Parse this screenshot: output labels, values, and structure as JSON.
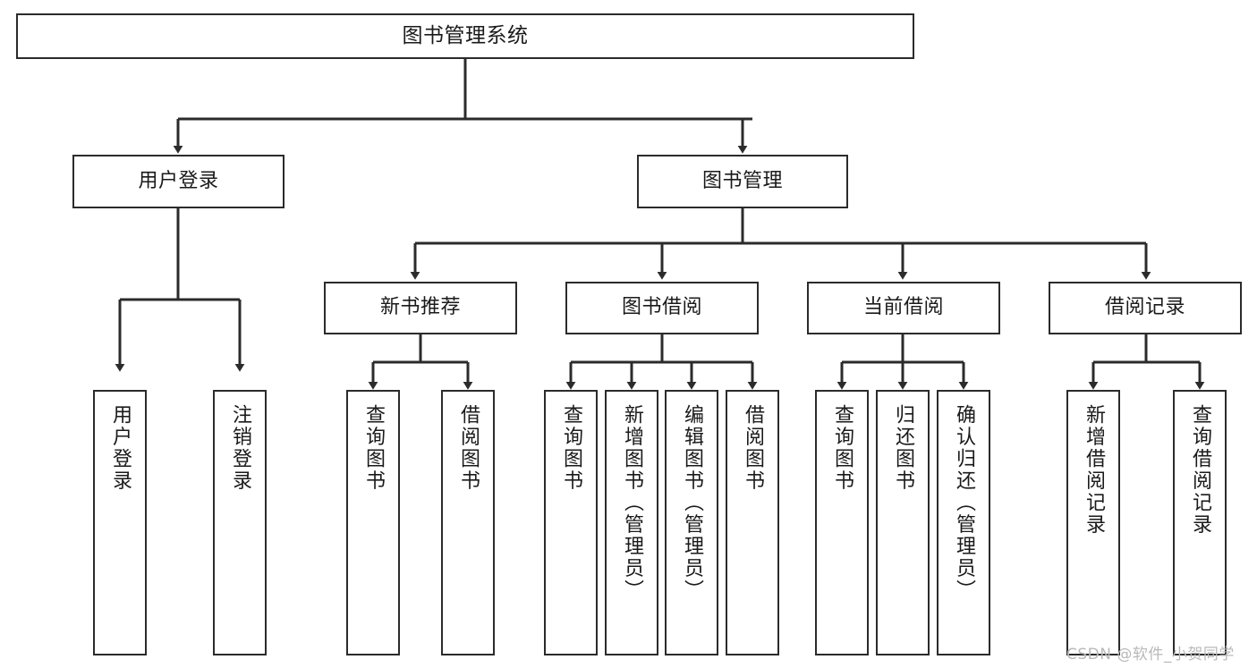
{
  "diagram": {
    "title": "图书管理系统",
    "watermark": "CSDN @软件_小贺同学",
    "line_color": "#2b2b2b",
    "background_color": "#ffffff",
    "text_color": "#1a1a1a",
    "watermark_color": "#b9b9b9",
    "type": "tree-hierarchy",
    "levels": 4,
    "nodes": {
      "root": {
        "label": "图书管理系统",
        "orientation": "horizontal",
        "level": 1
      },
      "l2_user_login": {
        "label": "用户登录",
        "orientation": "horizontal",
        "level": 2
      },
      "l2_book_manage": {
        "label": "图书管理",
        "orientation": "horizontal",
        "level": 2
      },
      "l3_new_book_rec": {
        "label": "新书推荐",
        "orientation": "horizontal",
        "level": 3
      },
      "l3_book_borrow": {
        "label": "图书借阅",
        "orientation": "horizontal",
        "level": 3
      },
      "l3_current_borrow": {
        "label": "当前借阅",
        "orientation": "horizontal",
        "level": 3
      },
      "l3_borrow_record": {
        "label": "借阅记录",
        "orientation": "horizontal",
        "level": 3
      },
      "leaf_user_login": {
        "label": "用户登录",
        "orientation": "vertical",
        "level": 4
      },
      "leaf_user_logout": {
        "label": "注销登录",
        "orientation": "vertical",
        "level": 4
      },
      "leaf_rec_query_book": {
        "label": "查询图书",
        "orientation": "vertical",
        "level": 4
      },
      "leaf_rec_borrow_book": {
        "label": "借阅图书",
        "orientation": "vertical",
        "level": 4
      },
      "leaf_borrow_query_book": {
        "label": "查询图书",
        "orientation": "vertical",
        "level": 4
      },
      "leaf_borrow_add_book": {
        "label": "新增图书（管理员）",
        "orientation": "vertical",
        "level": 4
      },
      "leaf_borrow_edit_book": {
        "label": "编辑图书（管理员）",
        "orientation": "vertical",
        "level": 4
      },
      "leaf_borrow_borrow_book": {
        "label": "借阅图书",
        "orientation": "vertical",
        "level": 4
      },
      "leaf_cur_query_book": {
        "label": "查询图书",
        "orientation": "vertical",
        "level": 4
      },
      "leaf_cur_return_book": {
        "label": "归还图书",
        "orientation": "vertical",
        "level": 4
      },
      "leaf_cur_confirm_return": {
        "label": "确认归还（管理员）",
        "orientation": "vertical",
        "level": 4
      },
      "leaf_rec_add_record": {
        "label": "新增借阅记录",
        "orientation": "vertical",
        "level": 4
      },
      "leaf_rec_query_record": {
        "label": "查询借阅记录",
        "orientation": "vertical",
        "level": 4
      }
    }
  }
}
